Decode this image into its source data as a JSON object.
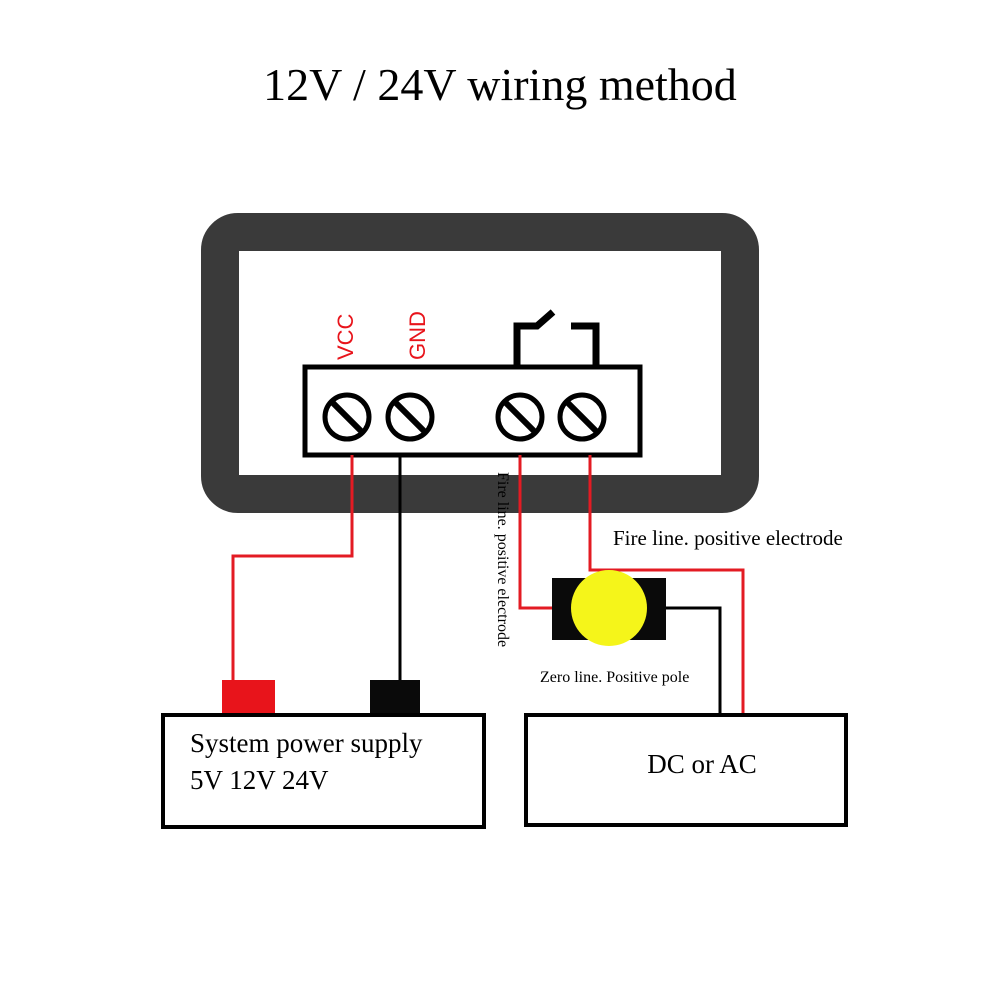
{
  "title": "12V / 24V wiring method",
  "terminal_labels": {
    "vcc": "VCC",
    "gnd": "GND"
  },
  "wire_labels": {
    "fire_line_vertical": "Fire line. positive electrode",
    "fire_line_horizontal": "Fire line. positive electrode",
    "zero_line": "Zero line. Positive pole"
  },
  "power_supply": {
    "line1": "System power supply",
    "line2": "5V 12V 24V"
  },
  "load_source": {
    "label": "DC or AC"
  },
  "colors": {
    "wire_positive": "#e31b23",
    "wire_negative": "#000000",
    "label_red": "#e8141b",
    "frame": "#3a3a3a",
    "load_lamp": "#f5f51a"
  }
}
